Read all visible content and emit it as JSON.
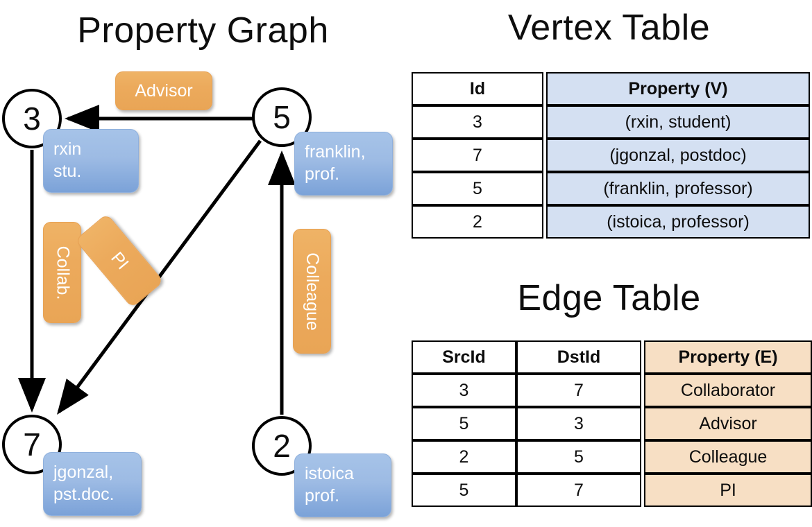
{
  "titles": {
    "graph": "Property Graph",
    "vertex": "Vertex Table",
    "edge": "Edge Table"
  },
  "graph": {
    "nodes": [
      {
        "id": "3",
        "property_label": "rxin\nstu."
      },
      {
        "id": "5",
        "property_label": "franklin,\nprof."
      },
      {
        "id": "7",
        "property_label": "jgonzal,\npst.doc."
      },
      {
        "id": "2",
        "property_label": "istoica\nprof."
      }
    ],
    "node_labels": {
      "rxin_line1": "rxin",
      "rxin_line2": "stu.",
      "franklin_line1": "franklin,",
      "franklin_line2": "prof.",
      "jgonzal_line1": "jgonzal,",
      "jgonzal_line2": "pst.doc.",
      "istoica_line1": "istoica",
      "istoica_line2": "prof."
    },
    "edge_labels": {
      "advisor": "Advisor",
      "collab": "Collab.",
      "pi": "PI",
      "colleague": "Colleague"
    },
    "edges": [
      {
        "from": "5",
        "to": "3",
        "label": "Advisor"
      },
      {
        "from": "3",
        "to": "7",
        "label": "Collab."
      },
      {
        "from": "5",
        "to": "7",
        "label": "PI"
      },
      {
        "from": "2",
        "to": "5",
        "label": "Colleague"
      }
    ]
  },
  "vertex_table": {
    "headers": [
      "Id",
      "Property (V)"
    ],
    "rows": [
      {
        "id": "3",
        "property": "(rxin, student)"
      },
      {
        "id": "7",
        "property": "(jgonzal, postdoc)"
      },
      {
        "id": "5",
        "property": "(franklin, professor)"
      },
      {
        "id": "2",
        "property": "(istoica, professor)"
      }
    ]
  },
  "edge_table": {
    "headers": [
      "SrcId",
      "DstId",
      "Property (E)"
    ],
    "rows": [
      {
        "src": "3",
        "dst": "7",
        "property": "Collaborator"
      },
      {
        "src": "5",
        "dst": "3",
        "property": "Advisor"
      },
      {
        "src": "2",
        "dst": "5",
        "property": "Colleague"
      },
      {
        "src": "5",
        "dst": "7",
        "property": "PI"
      }
    ]
  },
  "colors": {
    "vertex_property_fill": "#d4e0f2",
    "edge_property_fill": "#f7dfc4",
    "node_callout": "#9dbbe4",
    "edge_callout": "#eeae5f",
    "stroke": "#000000",
    "background": "#ffffff"
  }
}
